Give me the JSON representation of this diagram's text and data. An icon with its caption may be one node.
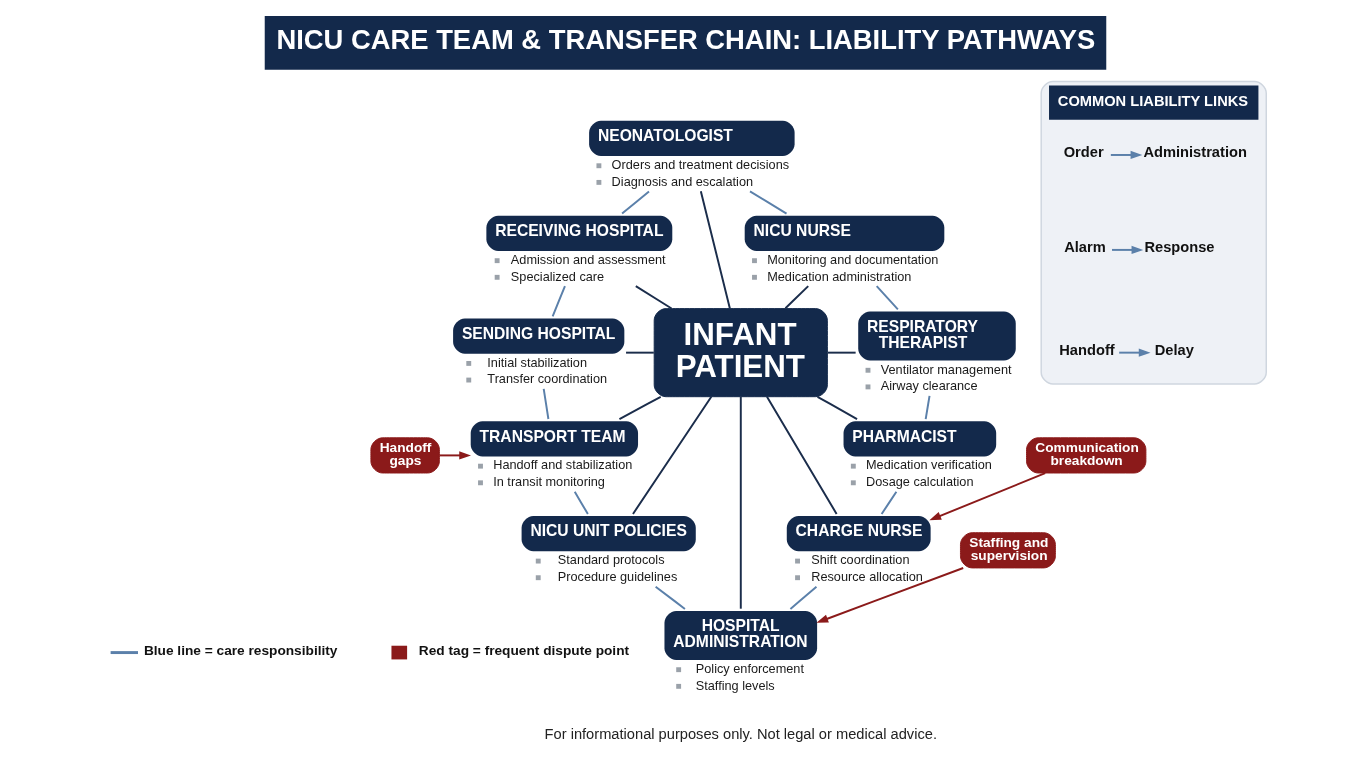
{
  "diagram": {
    "title": "NICU CARE TEAM & TRANSFER CHAIN: LIABILITY PATHWAYS",
    "caption": "For informational purposes only. Not legal or medical advice.",
    "nodes": [
      {
        "text": [
          "INFANT PATIENT"
        ]
      },
      {
        "text": [
          "NEONATOLOGIST",
          "Orders and treatment decisions",
          "Diagnosis and escalation"
        ]
      },
      {
        "text": [
          "NICU NURSE",
          "Monitoring and documentation",
          "Medication administration"
        ]
      },
      {
        "text": [
          "RESPIRATORY THERAPIST",
          "Ventilator management",
          "Airway clearance"
        ]
      },
      {
        "text": [
          "PHARMACIST",
          "Medication verification",
          "Dosage calculation"
        ]
      },
      {
        "text": [
          "CHARGE NURSE",
          "Shift coordination",
          "Resource allocation"
        ]
      },
      {
        "text": [
          "HOSPITAL ADMINISTRATION",
          "Policy enforcement",
          "Staffing levels"
        ]
      },
      {
        "text": [
          "NICU UNIT POLICIES",
          "Standard protocols",
          "Procedure guidelines"
        ]
      },
      {
        "text": [
          "TRANSPORT TEAM",
          "Handoff and stabilization",
          "In transit monitoring"
        ]
      },
      {
        "text": [
          "SENDING HOSPITAL",
          "Initial stabilization",
          "Transfer coordination"
        ]
      },
      {
        "text": [
          "RECEIVING HOSPITAL",
          "Admission and assessment",
          "Specialized care"
        ]
      },
      {
        "text": [
          "Handoff gaps"
        ]
      },
      {
        "text": [
          "Communication breakdown"
        ]
      },
      {
        "text": [
          "Staffing and supervision"
        ]
      },
      {
        "text": [
          "COMMON LIABILITY LINKS"
        ]
      },
      {
        "text": [
          "Order"
        ],
        "in": 14
      },
      {
        "text": [
          "Administration"
        ],
        "in": 14
      },
      {
        "text": [
          "Alarm"
        ],
        "in": 14
      },
      {
        "text": [
          "Response"
        ],
        "in": 14
      },
      {
        "text": [
          "Handoff"
        ],
        "in": 14
      },
      {
        "text": [
          "Delay"
        ],
        "in": 14
      }
    ],
    "edges": [
      {
        "from": 0,
        "to": 1,
        "arrow": "none",
        "color": "#1b2d4b"
      },
      {
        "from": 0,
        "to": 2,
        "arrow": "none",
        "color": "#1b2d4b"
      },
      {
        "from": 0,
        "to": 3,
        "arrow": "none",
        "color": "#1b2d4b"
      },
      {
        "from": 0,
        "to": 4,
        "arrow": "none",
        "color": "#1b2d4b"
      },
      {
        "from": 0,
        "to": 5,
        "arrow": "none",
        "color": "#1b2d4b"
      },
      {
        "from": 0,
        "to": 6,
        "arrow": "none",
        "color": "#1b2d4b"
      },
      {
        "from": 0,
        "to": 7,
        "arrow": "none",
        "color": "#1b2d4b"
      },
      {
        "from": 0,
        "to": 8,
        "arrow": "none",
        "color": "#1b2d4b"
      },
      {
        "from": 9,
        "to": 0,
        "arrow": "none",
        "color": "#1b2d4b"
      },
      {
        "from": 0,
        "to": 10,
        "arrow": "none",
        "color": "#1b2d4b"
      },
      {
        "from": 1,
        "to": 2,
        "arrow": "none"
      },
      {
        "from": 2,
        "to": 3,
        "arrow": "none"
      },
      {
        "from": 3,
        "to": 4,
        "arrow": "none"
      },
      {
        "from": 4,
        "to": 5,
        "arrow": "none"
      },
      {
        "from": 5,
        "to": 6,
        "arrow": "none"
      },
      {
        "from": 7,
        "to": 6,
        "arrow": "none"
      },
      {
        "from": 8,
        "to": 7,
        "arrow": "none"
      },
      {
        "from": 9,
        "to": 8,
        "arrow": "none"
      },
      {
        "from": 10,
        "to": 9,
        "arrow": "none"
      },
      {
        "from": 1,
        "to": 10,
        "arrow": "none"
      },
      {
        "from": 11,
        "to": 8,
        "arrow": "to",
        "color": "#8b1a1a"
      },
      {
        "from": 12,
        "to": 5,
        "arrow": "to",
        "color": "#8b1a1a"
      },
      {
        "from": 13,
        "to": 6,
        "arrow": "to",
        "color": "#8b1a1a"
      },
      {
        "from": 15,
        "to": 16,
        "arrow": "to"
      },
      {
        "from": 17,
        "to": 18,
        "arrow": "to"
      },
      {
        "from": 19,
        "to": 20,
        "arrow": "to"
      }
    ],
    "legend": [
      {
        "text": "Blue line = care responsibility"
      },
      {
        "text": "Red tag = frequent dispute point"
      }
    ]
  }
}
